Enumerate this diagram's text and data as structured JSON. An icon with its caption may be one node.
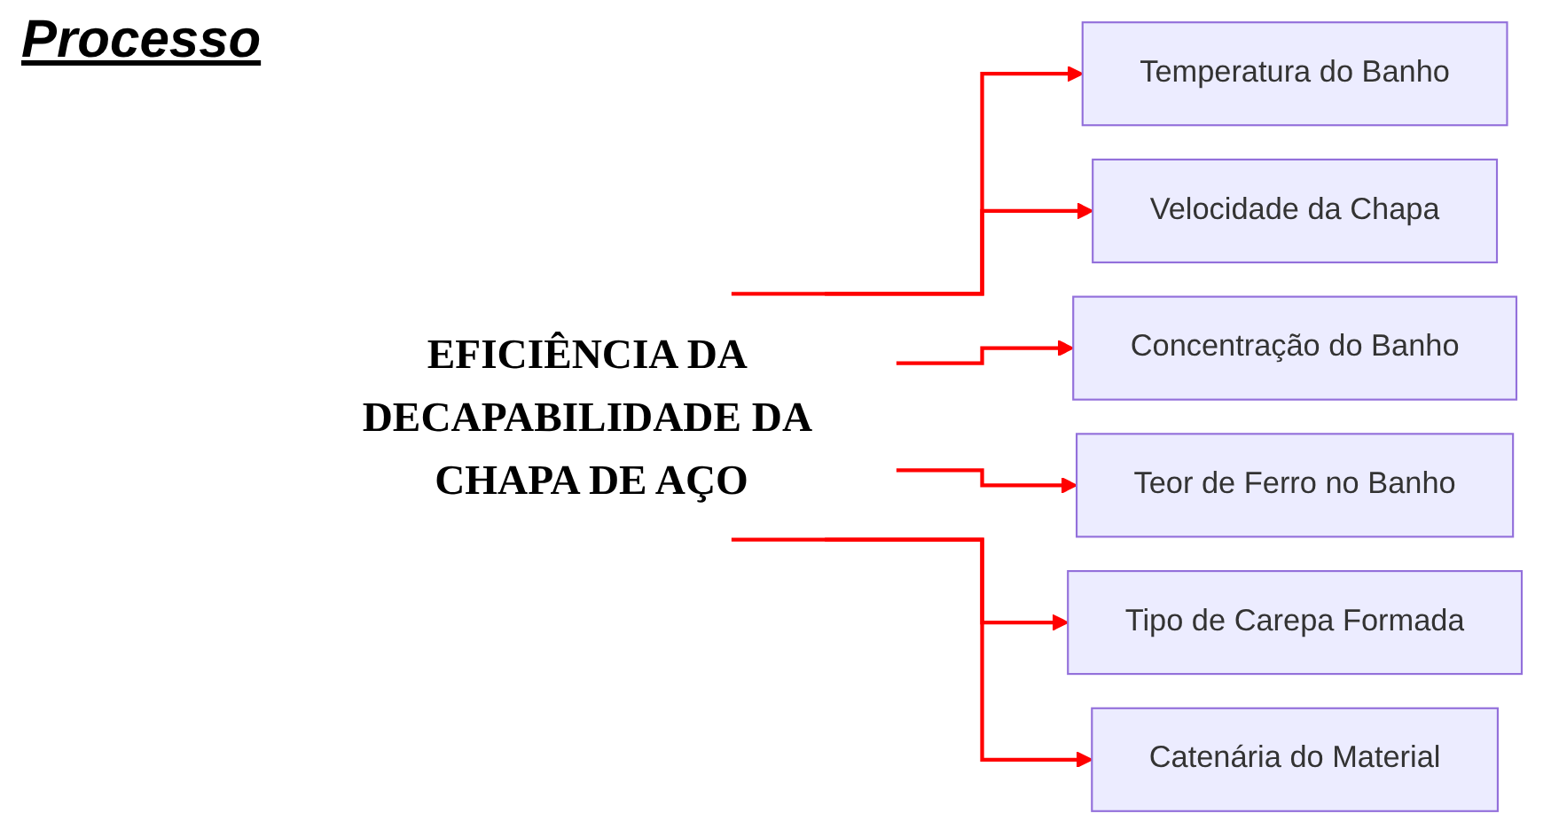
{
  "diagram": {
    "title": "Processo",
    "nodes": [
      {
        "text": [
          "EFICIÊNCIA DA DECAPABILIDADE DA CHAPA DE AÇO"
        ]
      },
      {
        "text": [
          "Temperatura do Banho"
        ]
      },
      {
        "text": [
          "Velocidade da Chapa"
        ]
      },
      {
        "text": [
          "Concentração do Banho"
        ]
      },
      {
        "text": [
          "Teor de Ferro no Banho"
        ]
      },
      {
        "text": [
          "Tipo de Carepa Formada"
        ]
      },
      {
        "text": [
          "Catenária do Material"
        ]
      }
    ],
    "edges": [
      {
        "from": 0,
        "to": 1,
        "arrow": "to"
      },
      {
        "from": 0,
        "to": 2,
        "arrow": "to"
      },
      {
        "from": 0,
        "to": 3,
        "arrow": "to"
      },
      {
        "from": 0,
        "to": 4,
        "arrow": "to"
      },
      {
        "from": 0,
        "to": 5,
        "arrow": "to"
      },
      {
        "from": 0,
        "to": 6,
        "arrow": "to"
      }
    ]
  }
}
